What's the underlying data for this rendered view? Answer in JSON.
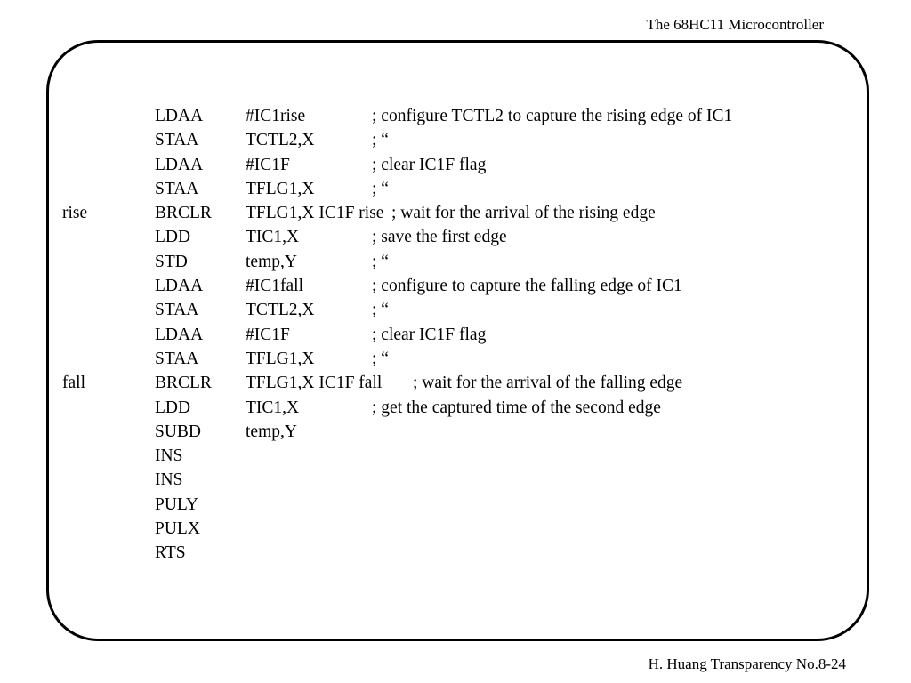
{
  "header": {
    "title": "The 68HC11 Microcontroller"
  },
  "code_lines": [
    {
      "label": "",
      "mnemonic": "LDAA",
      "operand": "#IC1rise",
      "comment": "; configure TCTL2 to capture the rising edge of IC1"
    },
    {
      "label": "",
      "mnemonic": "STAA",
      "operand": "TCTL2,X",
      "comment": ";            “"
    },
    {
      "label": "",
      "mnemonic": "LDAA",
      "operand": "#IC1F",
      "comment": "; clear IC1F flag"
    },
    {
      "label": "",
      "mnemonic": "STAA",
      "operand": "TFLG1,X",
      "comment": ";            “"
    },
    {
      "label": "rise",
      "mnemonic": "BRCLR",
      "operand": "TFLG1,X IC1F rise",
      "comment": "; wait for the arrival of the rising edge"
    },
    {
      "label": "",
      "mnemonic": "LDD",
      "operand": "TIC1,X",
      "comment": "; save the first edge"
    },
    {
      "label": "",
      "mnemonic": "STD",
      "operand": "temp,Y",
      "comment": ";            “"
    },
    {
      "label": "",
      "mnemonic": "LDAA",
      "operand": "#IC1fall",
      "comment": "; configure to capture the falling edge of IC1"
    },
    {
      "label": "",
      "mnemonic": "STAA",
      "operand": "TCTL2,X",
      "comment": ";            “"
    },
    {
      "label": "",
      "mnemonic": "LDAA",
      "operand": "#IC1F",
      "comment": "; clear IC1F flag"
    },
    {
      "label": "",
      "mnemonic": "STAA",
      "operand": "TFLG1,X",
      "comment": ";            “"
    },
    {
      "label": "fall",
      "mnemonic": "BRCLR",
      "operand": "TFLG1,X IC1F fall",
      "comment": "; wait for the arrival of the falling edge"
    },
    {
      "label": "",
      "mnemonic": "LDD",
      "operand": "TIC1,X",
      "comment": "; get the captured time of the second edge"
    },
    {
      "label": "",
      "mnemonic": "SUBD",
      "operand": "temp,Y",
      "comment": ""
    },
    {
      "label": "",
      "mnemonic": "INS",
      "operand": "",
      "comment": ""
    },
    {
      "label": "",
      "mnemonic": "INS",
      "operand": "",
      "comment": ""
    },
    {
      "label": "",
      "mnemonic": "PULY",
      "operand": "",
      "comment": ""
    },
    {
      "label": "",
      "mnemonic": "PULX",
      "operand": "",
      "comment": ""
    },
    {
      "label": "",
      "mnemonic": "RTS",
      "operand": "",
      "comment": ""
    }
  ],
  "footer": {
    "text": "H. Huang Transparency No.8-24"
  }
}
